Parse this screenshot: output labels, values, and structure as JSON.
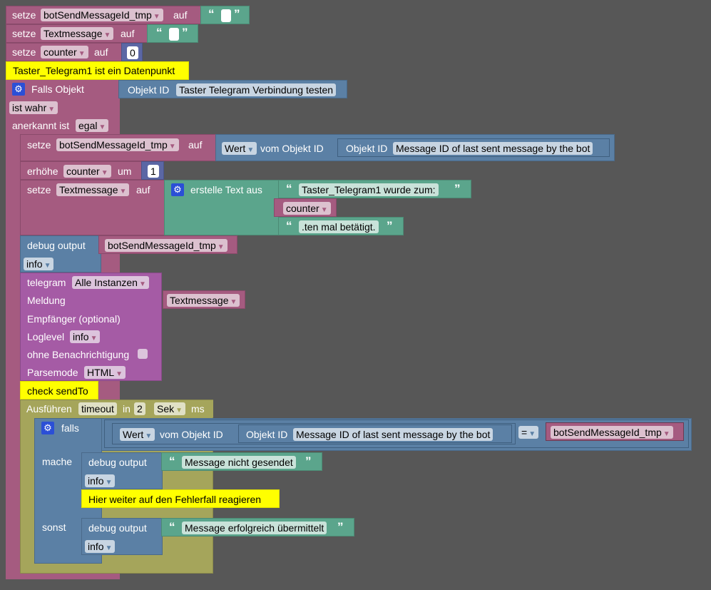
{
  "kw": {
    "setze": "setze",
    "auf": "auf",
    "falls_objekt": "Falls Objekt",
    "objekt_id": "Objekt ID",
    "anerkannt_ist": "anerkannt ist",
    "wert": "Wert",
    "vom_objekt_id": "vom Objekt ID",
    "erhoehe": "erhöhe",
    "um": "um",
    "erstelle_text_aus": "erstelle Text aus",
    "debug_output": "debug output",
    "telegram": "telegram",
    "meldung": "Meldung",
    "empfaenger": "Empfänger (optional)",
    "loglevel": "Loglevel",
    "ohne_benachrichtigung": "ohne Benachrichtigung",
    "parsemode": "Parsemode",
    "ausfuehren": "Ausführen",
    "in": "in",
    "ms": "ms",
    "falls": "falls",
    "mache": "mache",
    "sonst": "sonst",
    "open_quote": "“",
    "close_quote": "”",
    "arrow": "▼"
  },
  "vars": {
    "botSendMessageId_tmp": "botSendMessageId_tmp",
    "Textmessage": "Textmessage",
    "counter": "counter"
  },
  "values": {
    "counter_init": "0",
    "increment": "1",
    "timeout_value": "2",
    "ist_wahr": "ist wahr",
    "egal": "egal",
    "info": "info",
    "alle_instanzen": "Alle Instanzen",
    "html": "HTML",
    "timeout": "timeout",
    "sek": "Sek",
    "equals": "="
  },
  "objects": {
    "taster": "Taster Telegram Verbindung testen",
    "message_id": "Message ID of last sent message by the bot"
  },
  "texts": {
    "taster_wurde": "Taster_Telegram1  wurde zum:",
    "ten_mal": ".ten mal betätigt.",
    "nicht_gesendet": "Message nicht gesendet",
    "erfolgreich": "Message erfolgreich übermittelt"
  },
  "comments": {
    "datenpunkt": "Taster_Telegram1 ist ein Datenpunkt",
    "check_sendto": "check sendTo",
    "fehlerfall": "Hier weiter auf den Fehlerfall reagieren"
  },
  "colors": {
    "background": "#575757",
    "variable": "#a55b80",
    "text": "#5ba58c",
    "math": "#5b67a5",
    "object": "#5b80a5",
    "telegram": "#a55ba5",
    "timer": "#a5a55b",
    "comment": "#ffff00"
  }
}
